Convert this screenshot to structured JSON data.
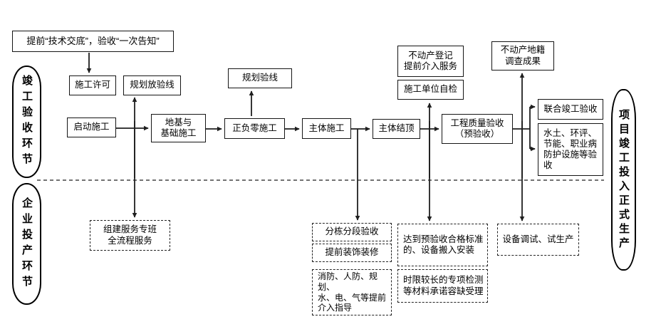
{
  "colors": {
    "line": "#1f1f1f",
    "box_border": "#151515",
    "background": "#ffffff",
    "text": "#000000"
  },
  "lanes": {
    "acceptance": {
      "label": "竣工验收环节"
    },
    "production": {
      "label": "企业投产环节"
    },
    "result": {
      "label": "项目竣工投入正式生产"
    }
  },
  "nodes": {
    "notice": {
      "label": "提前“技术交底”，验收“一次告知”"
    },
    "construction_permit": {
      "label": "施工许可"
    },
    "planning_layout_check": {
      "label": "规划放验线"
    },
    "start_construction": {
      "label": "启动施工"
    },
    "foundation_work": {
      "label": "地基与\n基础施工"
    },
    "planning_line_check": {
      "label": "规划验线"
    },
    "zero_level_work": {
      "label": "正负零施工"
    },
    "main_structure_work": {
      "label": "主体施工"
    },
    "main_structure_topping": {
      "label": "主体结顶"
    },
    "quality_acceptance": {
      "label": "工程质量验收\n（预验收）"
    },
    "realty_registration_service": {
      "label": "不动产登记\n提前介入服务"
    },
    "contractor_self_check": {
      "label": "施工单位自检"
    },
    "cadastral_survey_result": {
      "label": "不动产地籍\n调查成果"
    },
    "joint_completion_acceptance": {
      "label": "联合竣工验收"
    },
    "special_acceptances": {
      "label": "水土、环评、\n节能、职业病\n防护设施等验\n收"
    },
    "service_team": {
      "label": "组建服务专班\n全流程服务"
    },
    "section_acceptance": {
      "label": "分栋分段验收"
    },
    "early_decoration": {
      "label": "提前装饰装修"
    },
    "early_guidance": {
      "label": "消防、人防、规划、\n水、电、气等提前\n介入指导"
    },
    "equipment_move_in": {
      "label": "达到预验收合格标准\n的、设备搬入安装"
    },
    "deficiency_tolerance": {
      "label": "时限较长的专项检测\n等材料承诺容缺受理"
    },
    "equipment_debug": {
      "label": "设备调试、试生产"
    }
  }
}
